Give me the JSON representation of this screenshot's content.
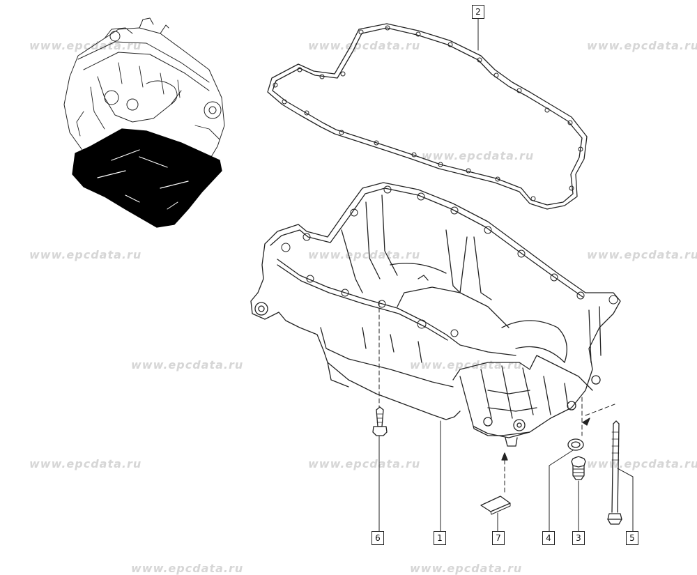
{
  "watermark": "www.epcdata.ru",
  "callouts": {
    "oil_pan": "1",
    "gasket": "2",
    "drain_plug": "3",
    "plug_washer": "4",
    "long_bolt": "5",
    "short_bolt": "6",
    "sealant_pad": "7"
  },
  "colors": {
    "line": "#222222",
    "watermark": "#d6d6d6",
    "highlight_fill": "#000000"
  }
}
